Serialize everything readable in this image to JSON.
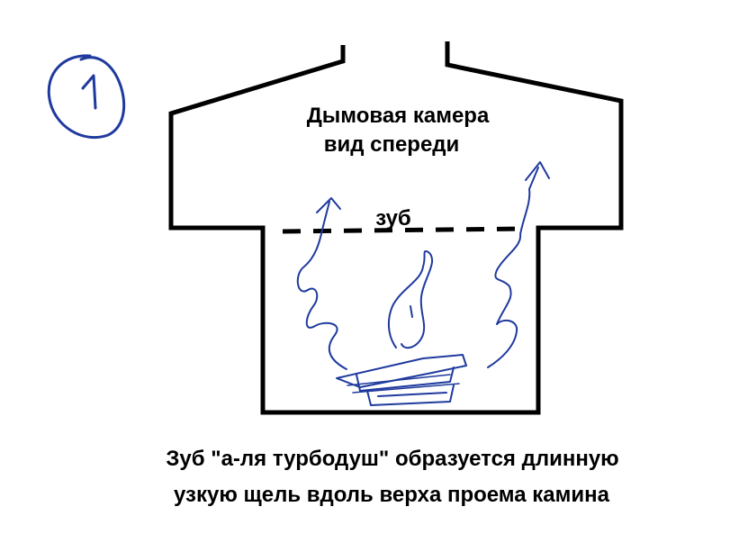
{
  "diagram": {
    "number_mark": "1",
    "title_line1": "Дымовая камера",
    "title_line2": "вид спереди",
    "tooth_label": "зуб",
    "caption_line1": "Зуб \"а-ля турбодуш\" образуется длинную",
    "caption_line2": "узкую щель вдоль верха проема камина"
  },
  "colors": {
    "outline": "#000000",
    "ink": "#1f3a9e"
  }
}
